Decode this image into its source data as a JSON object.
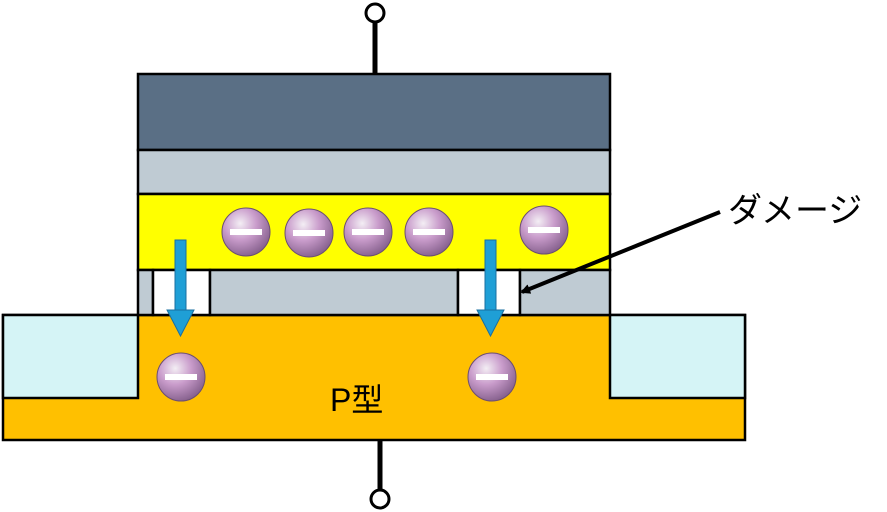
{
  "labels": {
    "substrate": "P型",
    "damage": "ダメージ"
  },
  "electron_symbol": "−",
  "electrons": {
    "storage_count": 5,
    "leaked_count": 2
  },
  "colors": {
    "gate_electrode": "#5a6f85",
    "insulator": "#bfcbd3",
    "charge_layer": "#ffff00",
    "substrate": "#ffc000",
    "isolation": "#d5f4f6",
    "damage_gap": "#ffffff",
    "arrow": "#1f9fd6",
    "electron": "#b784b8"
  }
}
